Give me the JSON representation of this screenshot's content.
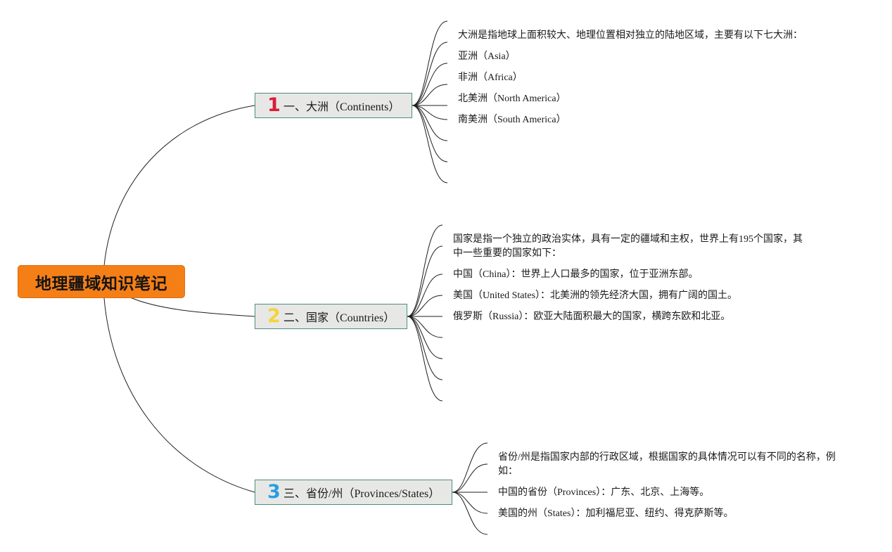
{
  "root": {
    "title": "地理疆域知识笔记",
    "color": "#f57f17"
  },
  "branches": [
    {
      "number": "1",
      "number_color": "#d81e3a",
      "label": "一、大洲（Continents）",
      "items": [
        "大洲是指地球上面积较大、地理位置相对独立的陆地区域，主要有以下七大洲：",
        "亚洲（Asia）",
        "非洲（Africa）",
        "北美洲（North America）",
        "南美洲（South America）"
      ]
    },
    {
      "number": "2",
      "number_color": "#f5d33b",
      "label": "二、国家（Countries）",
      "items": [
        "国家是指一个独立的政治实体，具有一定的疆域和主权，世界上有195个国家，其中一些重要的国家如下：",
        "中国（China）：世界上人口最多的国家，位于亚洲东部。",
        "美国（United States）：北美洲的领先经济大国，拥有广阔的国土。",
        "俄罗斯（Russia）：欧亚大陆面积最大的国家，横跨东欧和北亚。"
      ]
    },
    {
      "number": "3",
      "number_color": "#2a9ee0",
      "label": "三、省份/州（Provinces/States）",
      "items": [
        "省份/州是指国家内部的行政区域，根据国家的具体情况可以有不同的名称，例如：",
        "中国的省份（Provinces）：广东、北京、上海等。",
        "美国的州（States）：加利福尼亚、纽约、得克萨斯等。"
      ]
    }
  ]
}
